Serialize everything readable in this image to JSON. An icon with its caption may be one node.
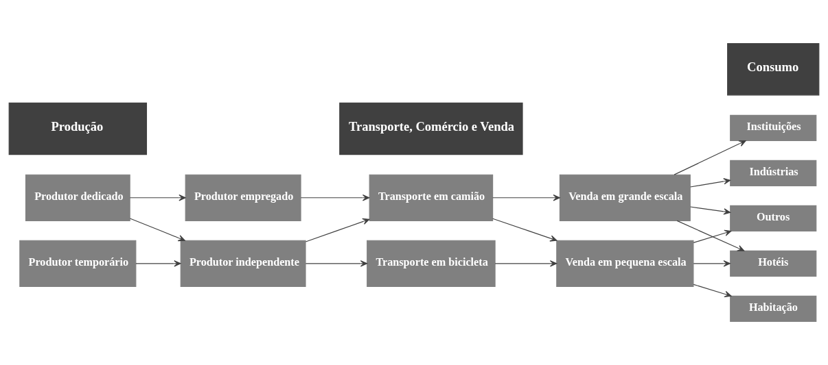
{
  "diagram": {
    "nodes": [
      {
        "text": [
          "Produção"
        ]
      },
      {
        "text": [
          "Transporte, Comércio e Venda"
        ]
      },
      {
        "text": [
          "Consumo"
        ]
      },
      {
        "text": [
          "Produtor dedicado"
        ]
      },
      {
        "text": [
          "Produtor empregado"
        ]
      },
      {
        "text": [
          "Transporte em camião"
        ]
      },
      {
        "text": [
          "Venda em grande escala"
        ]
      },
      {
        "text": [
          "Indústrias"
        ]
      },
      {
        "text": [
          "Instituições"
        ]
      },
      {
        "text": [
          "Hotéis"
        ]
      },
      {
        "text": [
          "Produtor temporário"
        ]
      },
      {
        "text": [
          "Produtor independente"
        ]
      },
      {
        "text": [
          "Transporte em bicicleta"
        ]
      },
      {
        "text": [
          "Venda em pequena escala"
        ]
      },
      {
        "text": [
          "Habitação"
        ]
      },
      {
        "text": [
          "Outros"
        ]
      }
    ],
    "edges": [
      {
        "from": 3,
        "to": 4,
        "arrow": "to"
      },
      {
        "from": 3,
        "to": 11,
        "arrow": "to"
      },
      {
        "from": 4,
        "to": 5,
        "arrow": "to"
      },
      {
        "from": 5,
        "to": 6,
        "arrow": "to"
      },
      {
        "from": 5,
        "to": 13,
        "arrow": "to"
      },
      {
        "from": 6,
        "to": 7,
        "arrow": "to"
      },
      {
        "from": 6,
        "to": 8,
        "arrow": "to"
      },
      {
        "from": 6,
        "to": 9,
        "arrow": "to"
      },
      {
        "from": 6,
        "to": 15,
        "arrow": "to"
      },
      {
        "from": 10,
        "to": 11,
        "arrow": "to"
      },
      {
        "from": 11,
        "to": 5,
        "arrow": "to"
      },
      {
        "from": 11,
        "to": 12,
        "arrow": "to"
      },
      {
        "from": 12,
        "to": 13,
        "arrow": "to"
      },
      {
        "from": 13,
        "to": 9,
        "arrow": "to"
      },
      {
        "from": 13,
        "to": 14,
        "arrow": "to"
      },
      {
        "from": 13,
        "to": 15,
        "arrow": "to"
      }
    ]
  }
}
